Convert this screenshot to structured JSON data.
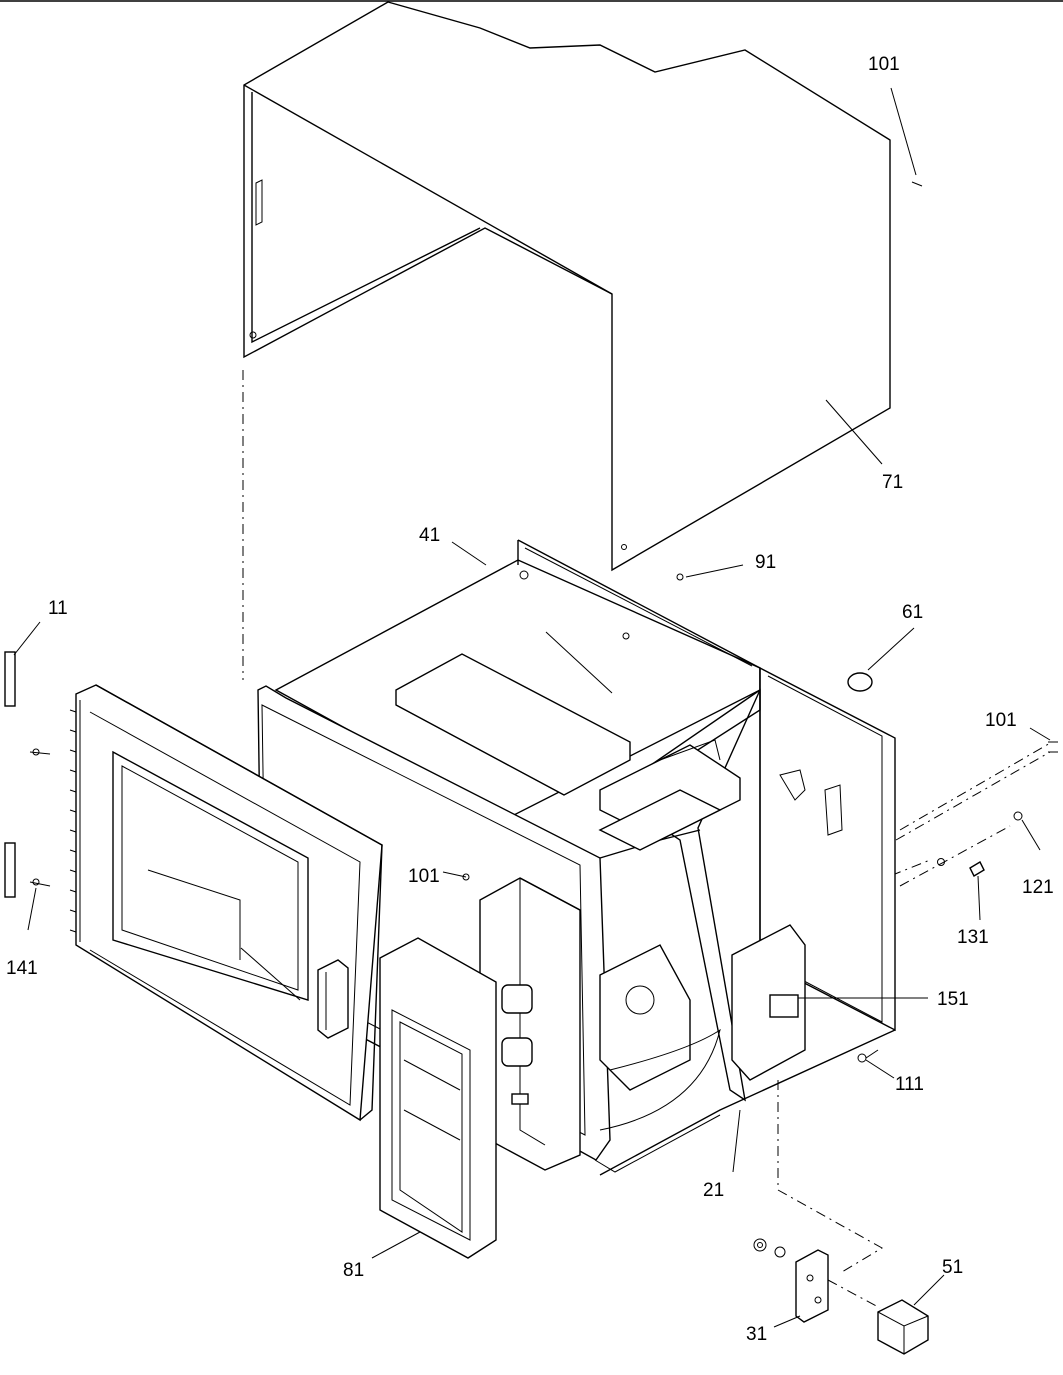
{
  "diagram": {
    "callouts": [
      "101",
      "71",
      "91",
      "41",
      "61",
      "11",
      "101",
      "101",
      "121",
      "131",
      "141",
      "151",
      "111",
      "21",
      "81",
      "51",
      "31"
    ]
  }
}
